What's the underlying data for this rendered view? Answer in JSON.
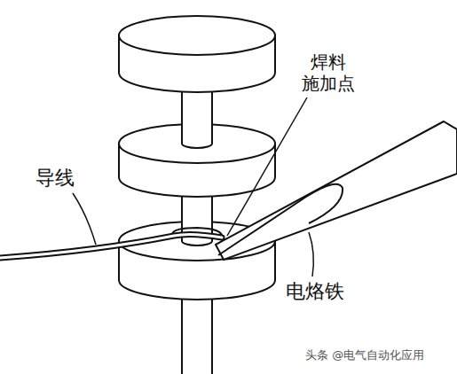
{
  "diagram": {
    "labels": [
      "焊料施加点",
      "导线",
      "电烙铁",
      "头条 @电气自动化应用"
    ]
  }
}
